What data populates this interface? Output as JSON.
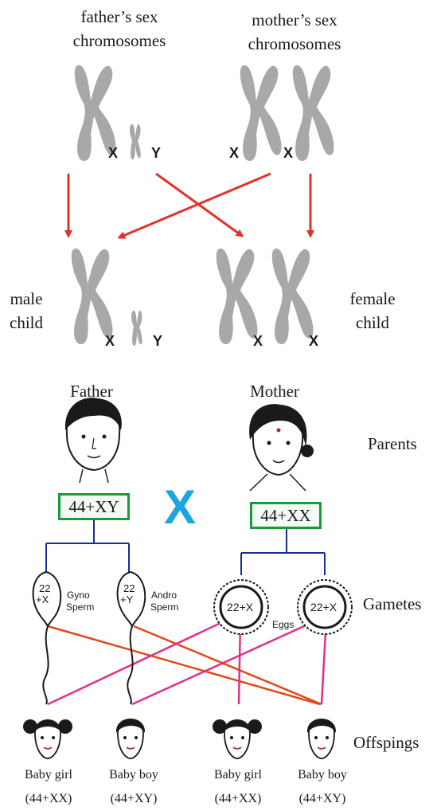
{
  "top": {
    "father_label": [
      "father’s sex",
      "chromosomes"
    ],
    "mother_label": [
      "mother’s sex",
      "chromosomes"
    ],
    "male_child_label": [
      "male",
      "child"
    ],
    "female_child_label": [
      "female",
      "child"
    ],
    "letters": {
      "x": "X",
      "y": "Y"
    }
  },
  "bottom": {
    "father": "Father",
    "mother": "Mother",
    "parents": "Parents",
    "father_genotype": "44+XY",
    "mother_genotype": "44+XX",
    "cross": "X",
    "gametes": "Gametes",
    "sperm1": {
      "line1": "22",
      "line2": "+X",
      "name1": "Gyno",
      "name2": "Sperm"
    },
    "sperm2": {
      "line1": "22",
      "line2": "+Y",
      "name1": "Andro",
      "name2": "Sperm"
    },
    "egg1": "22+X",
    "egg2": "22+X",
    "eggs_label": "Eggs",
    "offsprings": "Offspings",
    "children": [
      {
        "name": "Baby girl",
        "genotype": "(44+XX)"
      },
      {
        "name": "Baby boy",
        "genotype": "(44+XY)"
      },
      {
        "name": "Baby girl",
        "genotype": "(44+XX)"
      },
      {
        "name": "Baby boy",
        "genotype": "(44+XY)"
      }
    ]
  },
  "colors": {
    "chromosome": "#a8a8a8",
    "red_arrow": "#e0322a",
    "blue_line": "#1a2aa0",
    "green_box": "#1a9a3c",
    "cross": "#1aa6e0",
    "orange_line": "#e04a1a",
    "magenta_line": "#e0308a"
  }
}
